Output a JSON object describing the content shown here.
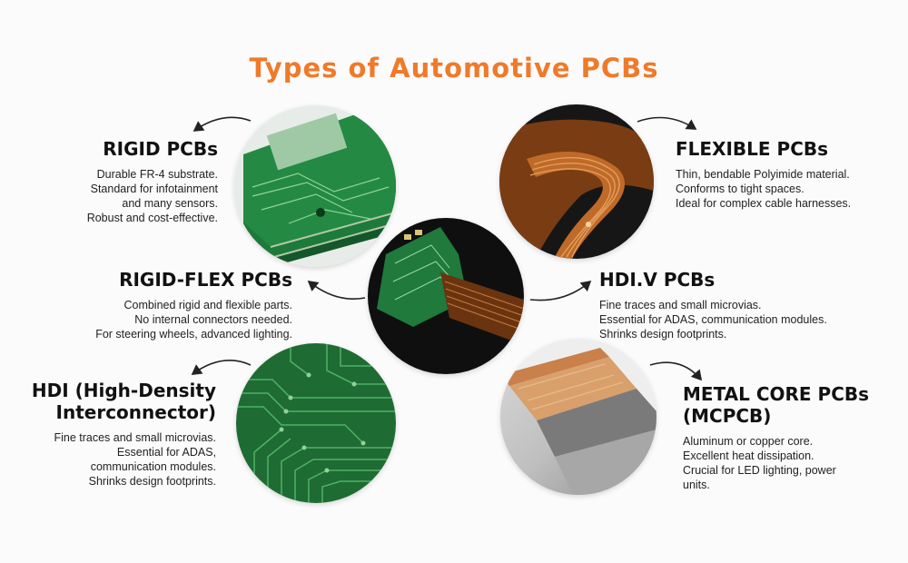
{
  "title": "Types of Automotive PCBs",
  "types": {
    "rigid": {
      "heading": "RIGID PCBs",
      "lines": [
        "Durable FR-4 substrate.",
        "Standard for infotainment",
        "and many sensors.",
        "Robust and cost-effective."
      ]
    },
    "rigid_flex": {
      "heading": "RIGID-FLEX PCBs",
      "lines": [
        "Combined rigid and flexible parts.",
        "No internal connectors needed.",
        "For steering wheels, advanced lighting."
      ]
    },
    "hdi": {
      "heading_line1": "HDI (High-Density",
      "heading_line2": "Interconnector)",
      "lines": [
        "Fine traces and small microvias.",
        "Essential for ADAS,",
        "communication modules.",
        "Shrinks design footprints."
      ]
    },
    "flexible": {
      "heading": "FLEXIBLE PCBs",
      "lines": [
        "Thin, bendable Polyimide material.",
        "Conforms to tight spaces.",
        "Ideal for complex cable harnesses."
      ]
    },
    "hdi_v": {
      "heading": "HDI.V PCBs",
      "lines": [
        "Fine traces and small microvias.",
        "Essential for ADAS, communication modules.",
        "Shrinks design footprints."
      ]
    },
    "metal_core": {
      "heading_line1": "METAL CORE PCBs",
      "heading_line2": "(MCPCB)",
      "lines": [
        "Aluminum or copper core.",
        "Excellent heat dissipation.",
        "Crucial for LED lighting, power",
        "units."
      ]
    }
  },
  "colors": {
    "title": "#f07a2a",
    "pcb_green": "#1f6b34",
    "copper": "#b5652c",
    "dark": "#151515"
  }
}
